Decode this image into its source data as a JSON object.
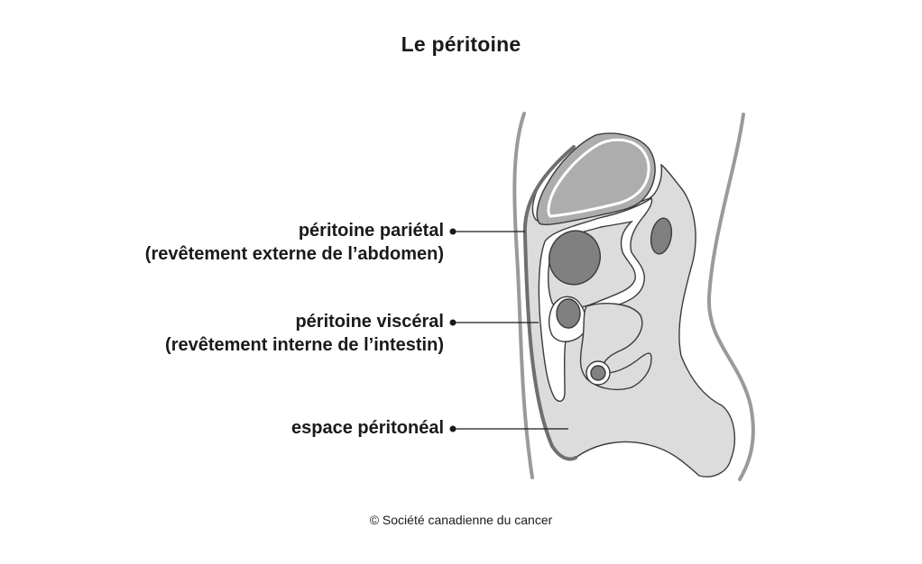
{
  "title": "Le péritoine",
  "labels": {
    "parietal": {
      "line1": "péritoine pariétal",
      "line2": "(revêtement externe de l’abdomen)"
    },
    "visceral": {
      "line1": "péritoine viscéral",
      "line2": "(revêtement interne de l’intestin)"
    },
    "espace": {
      "line1": "espace péritonéal"
    }
  },
  "credit": "© Société canadienne du cancer",
  "colors": {
    "background": "#ffffff",
    "text": "#1a1a1a",
    "body_outline": "#9a9a9a",
    "parietal_line": "#6f6f6f",
    "cavity_fill": "#dcdcdc",
    "organ_fill": "#adadad",
    "dark_organ_fill": "#808080",
    "stroke": "#3a3a3a"
  }
}
